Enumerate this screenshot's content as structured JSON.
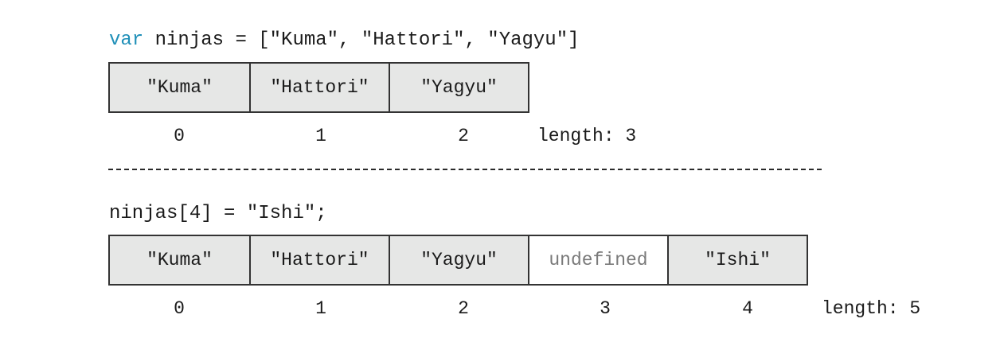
{
  "top": {
    "code_keyword": "var",
    "code_rest": " ninjas = [\"Kuma\", \"Hattori\", \"Yagyu\"]",
    "cells": [
      "\"Kuma\"",
      "\"Hattori\"",
      "\"Yagyu\""
    ],
    "indices": [
      "0",
      "1",
      "2"
    ],
    "length_label": "length: 3"
  },
  "bottom": {
    "code": "ninjas[4] = \"Ishi\";",
    "cells": [
      "\"Kuma\"",
      "\"Hattori\"",
      "\"Yagyu\"",
      "undefined",
      "\"Ishi\""
    ],
    "indices": [
      "0",
      "1",
      "2",
      "3",
      "4"
    ],
    "length_label": "length: 5"
  },
  "colors": {
    "keyword": "#1f8fb8",
    "cell_fill": "#e6e7e6",
    "undefined_text": "#7a7a7a"
  }
}
